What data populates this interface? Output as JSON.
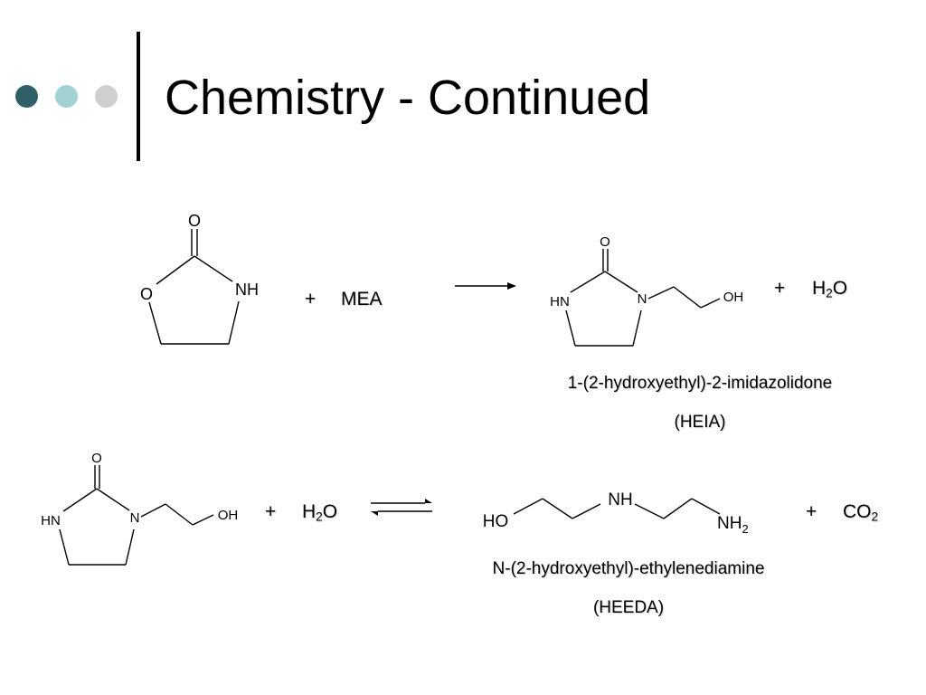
{
  "slide": {
    "title": "Chemistry - Continued",
    "colors": {
      "dot1": "#2f6068",
      "dot2": "#a3d2d5",
      "dot3": "#cfcfcf",
      "accent_bar": "#000000"
    }
  },
  "reaction1": {
    "oxazolidinone": {
      "atom_o_carbonyl": "O",
      "atom_o_ring": "O",
      "atom_nh": "NH"
    },
    "plus1": "+",
    "reagent": "MEA",
    "arrow": "forward-arrow",
    "heia": {
      "atom_o": "O",
      "atom_hn": "HN",
      "atom_n": "N",
      "atom_oh": "OH"
    },
    "plus2": "+",
    "byproduct": {
      "main": "H",
      "sub": "2",
      "tail": "O"
    },
    "caption_name": "1-(2-hydroxyethyl)-2-imidazolidone",
    "caption_abbr": "(HEIA)"
  },
  "reaction2": {
    "heia": {
      "atom_o": "O",
      "atom_hn": "HN",
      "atom_n": "N",
      "atom_oh": "OH"
    },
    "plus1": "+",
    "reagent": {
      "main": "H",
      "sub": "2",
      "tail": "O"
    },
    "arrow": "equilibrium-arrows",
    "heeda": {
      "atom_ho": "HO",
      "atom_nh": "NH",
      "atom_nh2_main": "NH",
      "atom_nh2_sub": "2"
    },
    "plus2": "+",
    "product": {
      "main": "CO",
      "sub": "2"
    },
    "caption_name": "N-(2-hydroxyethyl)-ethylenediamine",
    "caption_abbr": "(HEEDA)"
  }
}
